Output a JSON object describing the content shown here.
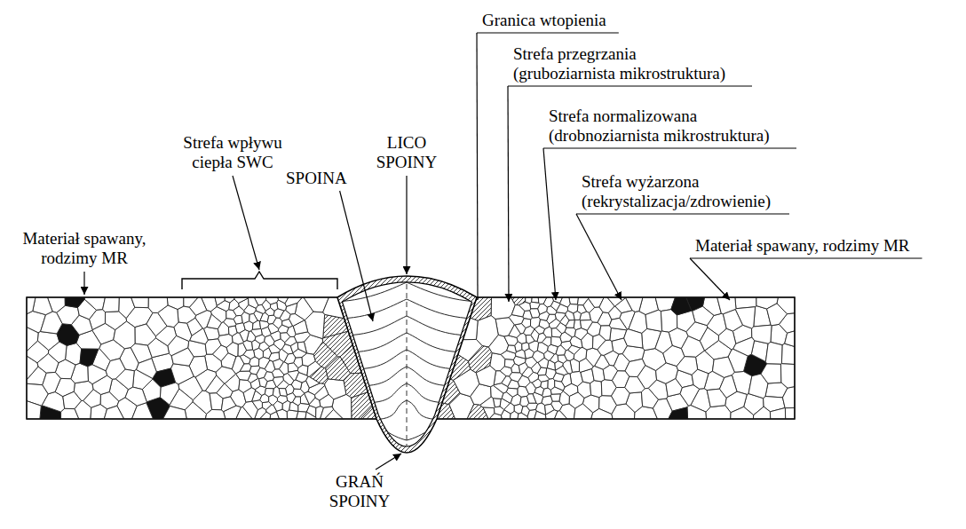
{
  "diagram": {
    "labels": [
      "Granica wtopienia",
      "Strefa przegrzania (gruboziarnista mikrostruktura)",
      "Strefa normalizowana (drobnoziarnista mikrostruktura)",
      "Strefa wpływu ciepła SWC",
      "LICO SPOINY",
      "SPOINA",
      "Strefa wyżarzona (rekrystalizacja/zdrowienie)",
      "Materiał spawany, rodzimy MR",
      "Materiał spawany, rodzimy MR",
      "GRAŃ SPOINY"
    ]
  }
}
